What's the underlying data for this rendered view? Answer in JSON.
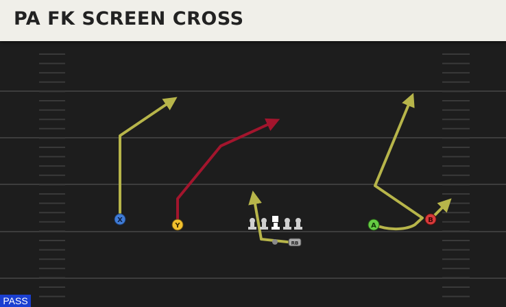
{
  "play": {
    "title": "PA FK SCREEN CROSS",
    "mode": "PASS"
  },
  "colors": {
    "route_primary": "#b7b54a",
    "route_highlight": "#a3152d",
    "field_bg": "#1d1d1d",
    "yard_line": "#3d3d3d"
  },
  "players": [
    {
      "id": "X",
      "label": "X",
      "color": "#3f7bd6",
      "icon": "x-button-icon"
    },
    {
      "id": "Y",
      "label": "Y",
      "color": "#f2c12e",
      "icon": "y-button-icon"
    },
    {
      "id": "A",
      "label": "A",
      "color": "#66cc44",
      "icon": "a-button-icon"
    },
    {
      "id": "B",
      "label": "B",
      "color": "#d73a3a",
      "icon": "b-button-icon"
    },
    {
      "id": "RB",
      "label": "RB",
      "color": "#aaaaaa",
      "icon": "rb-button-icon"
    }
  ]
}
